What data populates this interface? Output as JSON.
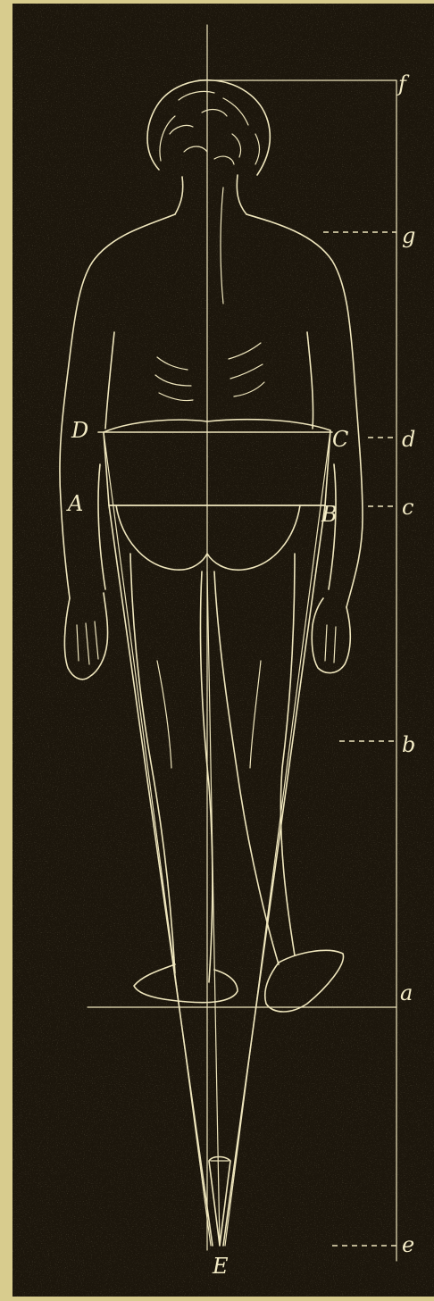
{
  "figure": {
    "colors": {
      "paper": "#d8cc8e",
      "plate": "#1c160c",
      "ink": "#efe6bd"
    },
    "points": {
      "A": "A",
      "B": "B",
      "C": "C",
      "D": "D",
      "E": "E"
    },
    "scale_marks": [
      "f",
      "g",
      "d",
      "c",
      "b",
      "a",
      "e"
    ]
  }
}
